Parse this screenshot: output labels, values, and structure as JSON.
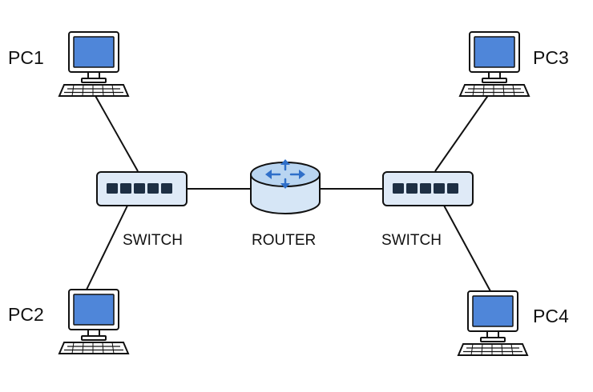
{
  "colors": {
    "line": "#111111",
    "screen": "#4f86d9",
    "device_blue": "#dfeaf7",
    "router_top": "#b9d5f1",
    "router_body": "#d6e6f6",
    "port": "#1e2f44",
    "arrow": "#2f6fc9"
  },
  "icons": {
    "pc": "desktop-computer-icon",
    "switch": "network-switch-icon",
    "router": "router-icon"
  },
  "pcs": [
    {
      "label": "PC1"
    },
    {
      "label": "PC2"
    },
    {
      "label": "PC3"
    },
    {
      "label": "PC4"
    }
  ],
  "switches": [
    {
      "label": "SWITCH"
    },
    {
      "label": "SWITCH"
    }
  ],
  "router": {
    "label": "ROUTER"
  }
}
